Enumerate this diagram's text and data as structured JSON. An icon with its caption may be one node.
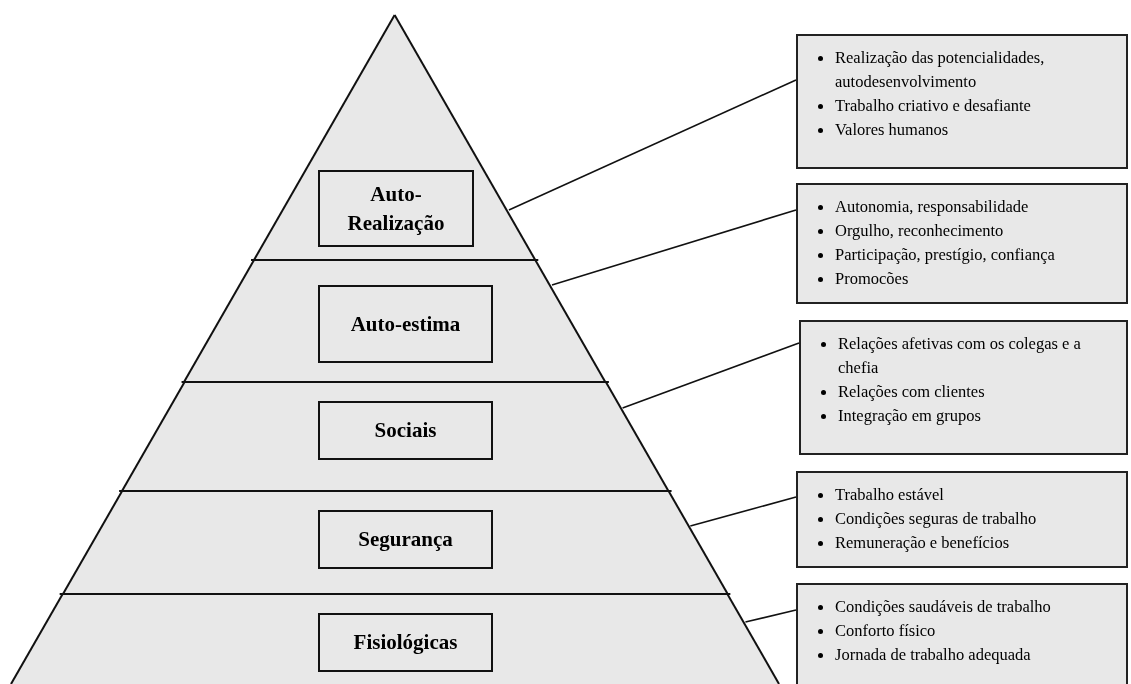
{
  "diagram": {
    "nodes": [
      {
        "text": [],
        "shape": "triangle"
      },
      {
        "text": [
          "Auto-Realização"
        ],
        "in": 0
      },
      {
        "text": [
          "Realização das potencialidades, autodesenvolvimento",
          "Trabalho criativo e desafiante",
          "Valores humanos"
        ]
      },
      {
        "text": [],
        "shape": "trapezoid"
      },
      {
        "text": [
          "Auto-estima"
        ],
        "in": 3
      },
      {
        "text": [
          "Autonomia, responsabilidade",
          "Orgulho, reconhecimento",
          "Participação, prestígio, confiança",
          "Promocões"
        ]
      },
      {
        "text": [],
        "shape": "trapezoid"
      },
      {
        "text": [
          "Sociais"
        ],
        "in": 6
      },
      {
        "text": [
          "Relações afetivas com os colegas e a chefia",
          "Relações com clientes",
          "Integração em grupos"
        ]
      },
      {
        "text": [],
        "shape": "trapezoid"
      },
      {
        "text": [
          "Segurança"
        ],
        "in": 9
      },
      {
        "text": [
          "Trabalho estável",
          "Condições seguras de trabalho",
          "Remuneração e benefícios"
        ]
      },
      {
        "text": [],
        "shape": "trapezoid"
      },
      {
        "text": [
          "Fisiológicas"
        ],
        "in": 12
      },
      {
        "text": [
          "Condições saudáveis de trabalho",
          "Conforto físico",
          "Jornada de trabalho adequada"
        ]
      }
    ],
    "edges": [
      {
        "from": 0,
        "to": 2,
        "arrow": "none"
      },
      {
        "from": 3,
        "to": 5,
        "arrow": "none"
      },
      {
        "from": 6,
        "to": 8,
        "arrow": "none"
      },
      {
        "from": 9,
        "to": 11,
        "arrow": "none"
      },
      {
        "from": 12,
        "to": 14,
        "arrow": "none"
      }
    ]
  }
}
